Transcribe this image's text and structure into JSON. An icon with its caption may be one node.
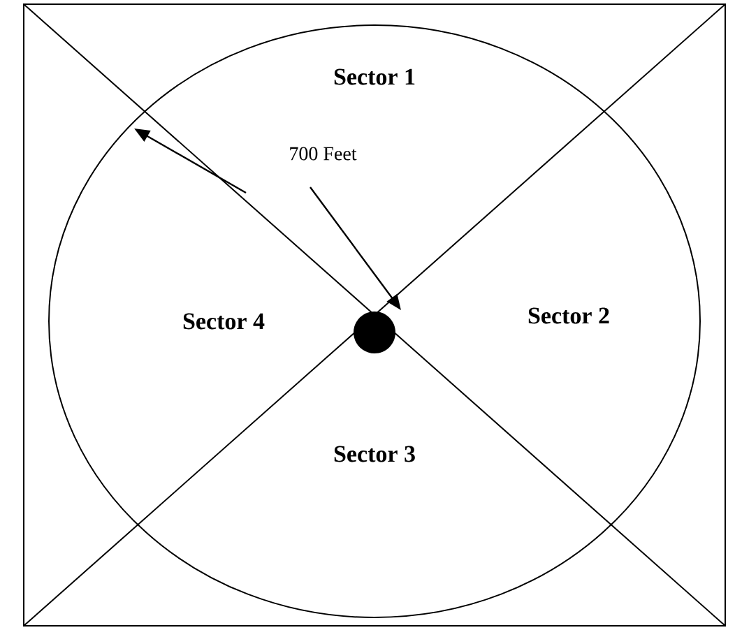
{
  "diagram": {
    "labels": [
      "Sector 1",
      "700 Feet",
      "Sector 4",
      "Sector 2",
      "Sector 3"
    ]
  }
}
